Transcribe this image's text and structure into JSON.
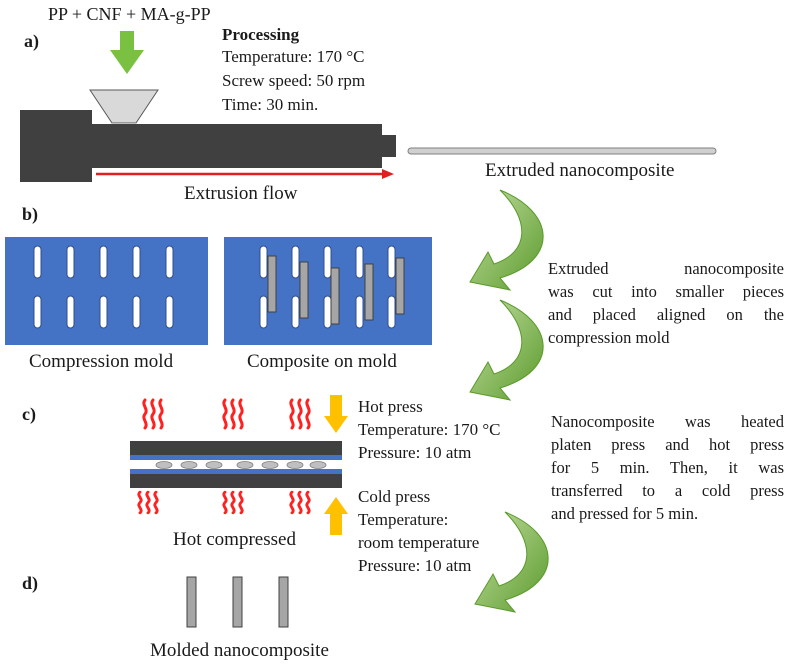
{
  "panel_labels": [
    "a)",
    "b)",
    "c)",
    "d)"
  ],
  "section_a": {
    "materials": "PP + CNF + MA-g-PP",
    "processing_title": "Processing",
    "processing_lines": [
      "Temperature: 170 °C",
      "Screw speed: 50 rpm",
      "Time: 30 min."
    ],
    "flow_label": "Extrusion flow",
    "output_label": "Extruded nanocomposite"
  },
  "section_b": {
    "mold_label": "Compression mold",
    "composite_label": "Composite on mold",
    "description_lines": [
      "Extruded nanocomposite",
      "was cut into smaller pieces",
      "and placed aligned on the",
      "compression mold"
    ]
  },
  "section_c": {
    "hot_press_lines": [
      "Hot press",
      "Temperature: 170 °C",
      "Pressure: 10 atm"
    ],
    "cold_press_lines": [
      "Cold press",
      "Temperature:",
      "room temperature",
      "Pressure: 10 atm"
    ],
    "press_label": "Hot compressed",
    "description_lines": [
      "Nanocomposite was heated",
      "platen press and hot press",
      "for 5 min. Then, it was",
      "transferred to a cold press",
      "and pressed for 5 min."
    ]
  },
  "section_d": {
    "label": "Molded nanocomposite"
  },
  "colors": {
    "extruder": "#404040",
    "hopper": "#d9d9d9",
    "feed_arrow": "#7ac142",
    "flow_arrow": "#e02020",
    "mold": "#4472c4",
    "curved_arrow": "#6aaa3a",
    "heat": "#ff2020",
    "press_arrow": "#ffc000",
    "specimen": "#a6a6a6"
  }
}
